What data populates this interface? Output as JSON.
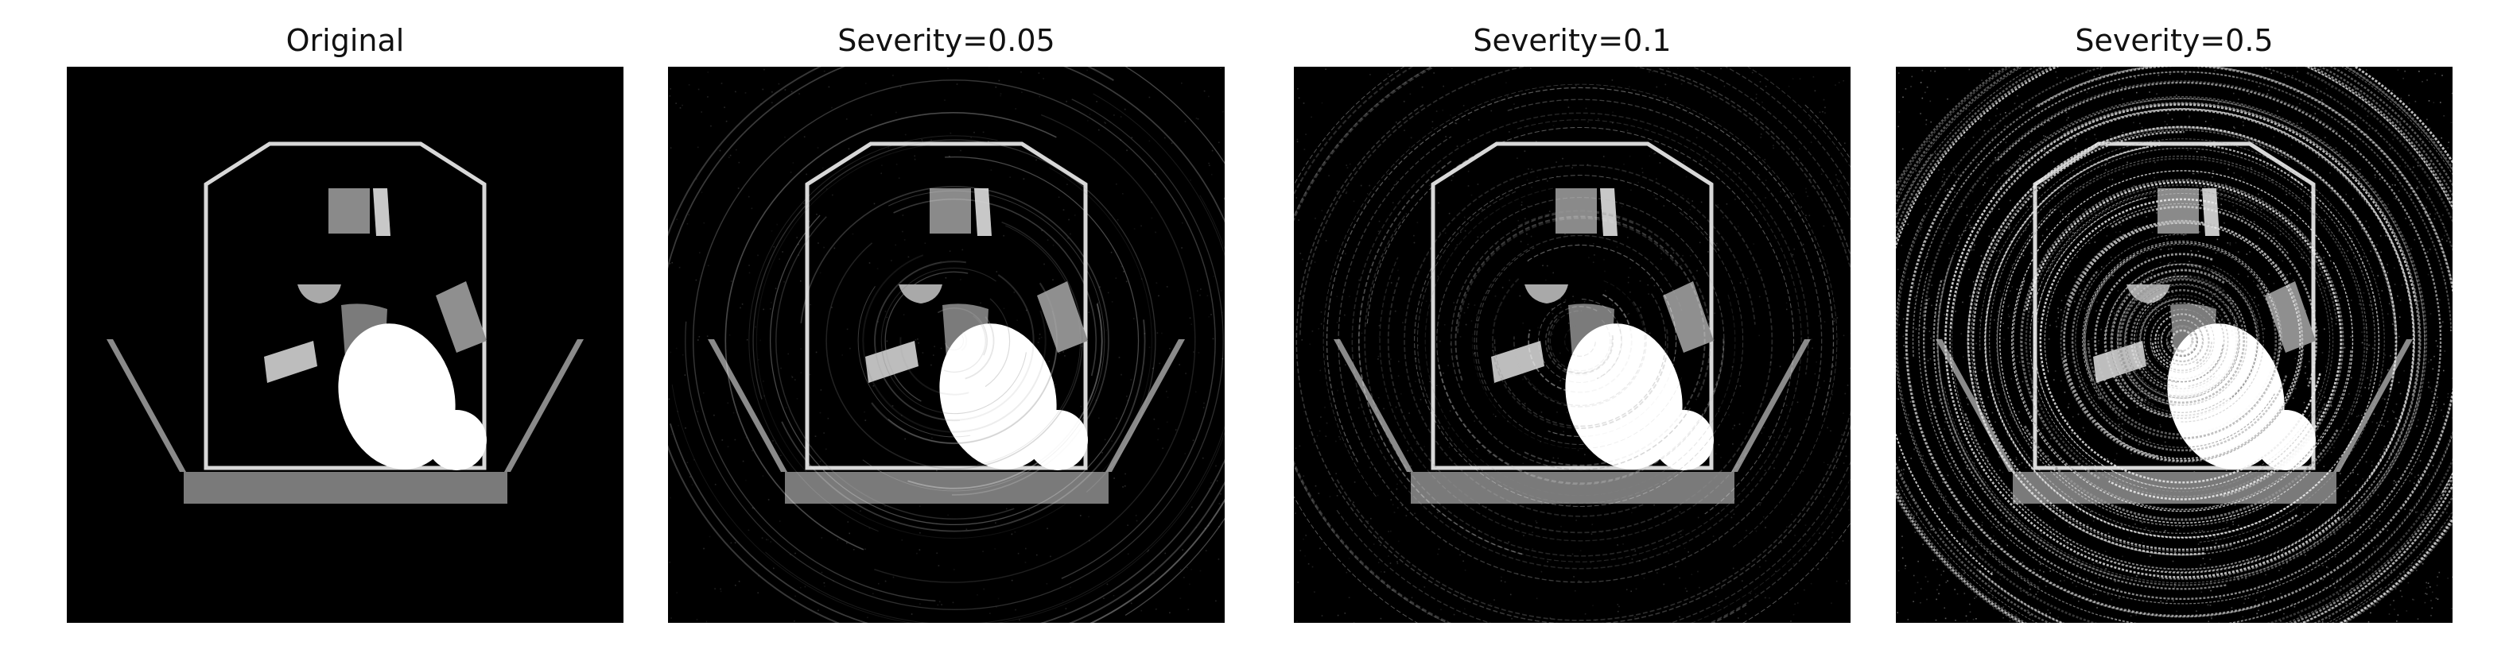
{
  "panels": [
    {
      "title": "Original",
      "severity": 0
    },
    {
      "title": "Severity=0.05",
      "severity": 0.05
    },
    {
      "title": "Severity=0.1",
      "severity": 0.1
    },
    {
      "title": "Severity=0.5",
      "severity": 0.5
    }
  ],
  "colors": {
    "background": "#ffffff",
    "image_background": "#000000",
    "outline": "#d8d8d8",
    "bright_region": "#ffffff",
    "mid_gray": "#8a8a8a",
    "base_bar": "#7a7a7a"
  }
}
